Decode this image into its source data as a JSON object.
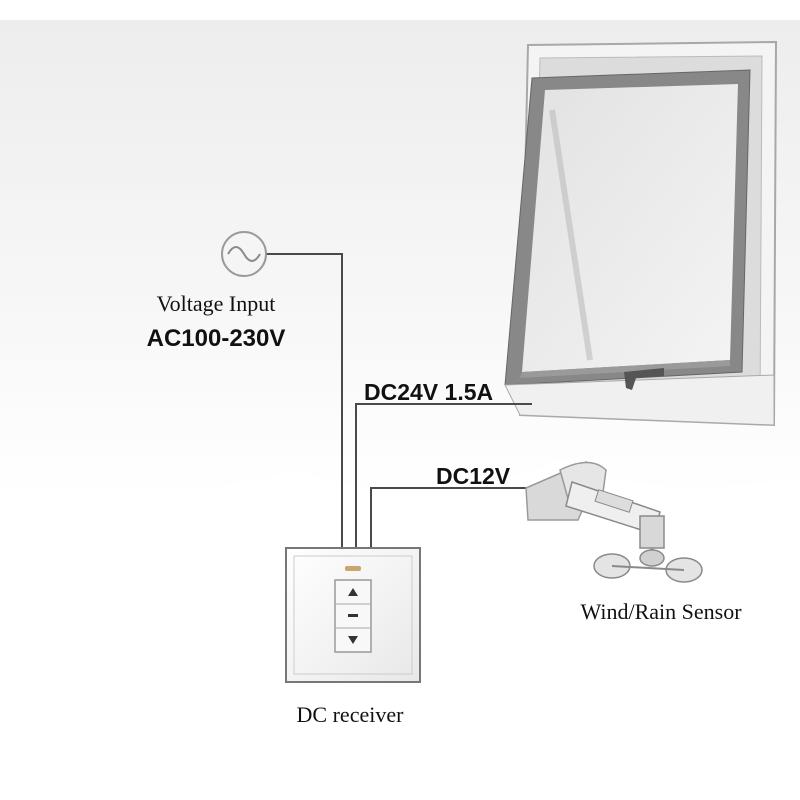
{
  "labels": {
    "voltage_input": "Voltage Input",
    "voltage_value": "AC100-230V",
    "dc24": "DC24V 1.5A",
    "dc12": "DC12V",
    "sensor": "Wind/Rain Sensor",
    "receiver": "DC receiver"
  },
  "icons": {
    "ac_source": "ac-sine-icon",
    "window": "awning-window",
    "sensor": "anemometer",
    "switch_up": "triangle-up-icon",
    "switch_stop": "dash-icon",
    "switch_down": "triangle-down-icon"
  },
  "colors": {
    "wire": "#4a4a4a",
    "frame": "#888888",
    "text": "#111111"
  }
}
